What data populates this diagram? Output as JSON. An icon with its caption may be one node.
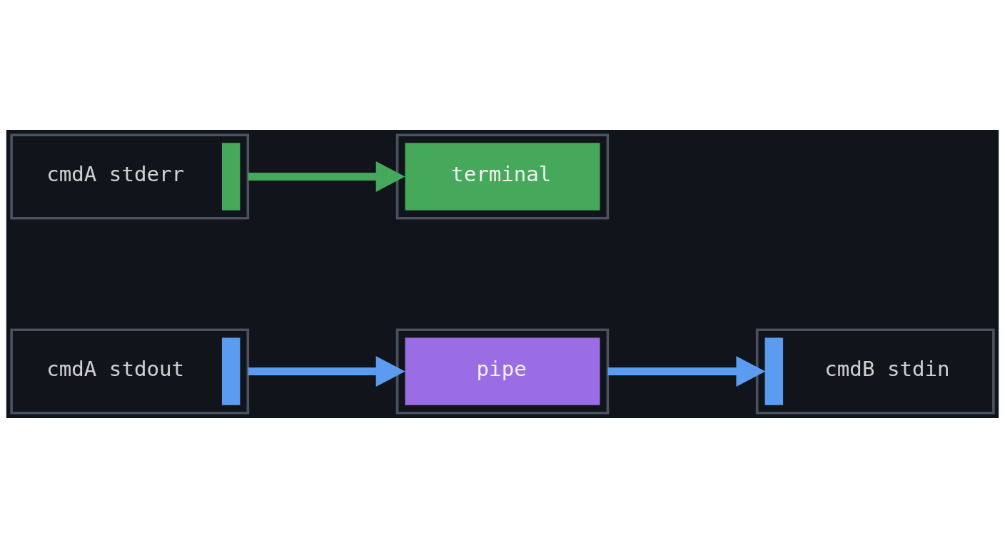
{
  "diagram": {
    "nodes": [
      {
        "text": [
          "cmdA stdout"
        ]
      },
      {
        "text": [
          "pipe"
        ]
      },
      {
        "text": [
          "cmdB stdin"
        ]
      },
      {
        "text": [
          "cmdA stderr"
        ]
      },
      {
        "text": [
          "terminal"
        ]
      }
    ],
    "edges": [
      {
        "from": 0,
        "to": 1,
        "arrow": "to"
      },
      {
        "from": 1,
        "to": 2,
        "arrow": "to"
      },
      {
        "from": 3,
        "to": 4,
        "arrow": "to",
        "color": "#45a85a"
      }
    ]
  }
}
